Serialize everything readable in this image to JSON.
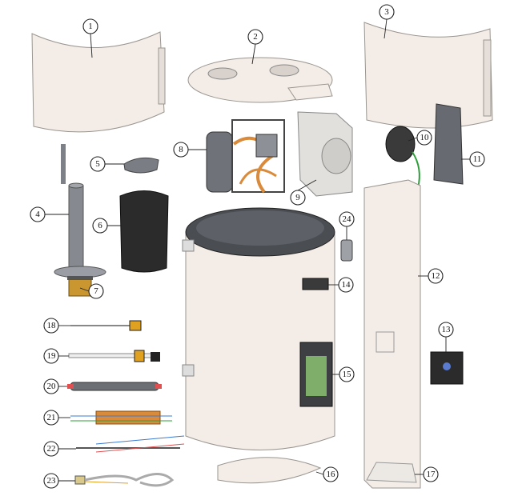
{
  "diagram": {
    "labels": [
      "1",
      "2",
      "3",
      "4",
      "5",
      "6",
      "7",
      "8",
      "9",
      "10",
      "11",
      "12",
      "13",
      "14",
      "15",
      "16",
      "17",
      "18",
      "19",
      "20",
      "21",
      "22",
      "23",
      "24"
    ],
    "colors": {
      "shell": "#f4ede7",
      "dark": "#2b2b2b",
      "metal": "#7d8086",
      "copper": "#d98a3a"
    }
  }
}
